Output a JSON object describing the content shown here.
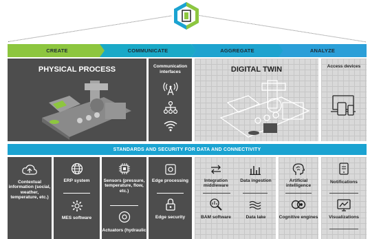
{
  "stages": {
    "create": "CREATE",
    "communicate": "COMMUNICATE",
    "aggregate": "AGGREGATE",
    "analyze": "ANALYZE"
  },
  "panels": {
    "physical_process": "PHYSICAL PROCESS",
    "communication_interfaces": "Communication interfaces",
    "digital_twin": "DIGITAL TWIN",
    "access_devices": "Access devices"
  },
  "standards_bar": "STANDARDS AND SECURITY FOR DATA AND CONNECTIVITY",
  "bottom": {
    "contextual": "Contextual information (social, weather, temperature, etc.)",
    "erp": "ERP system",
    "mes": "MES software",
    "sensors": "Sensors (pressure, temperature, flow, etc.)",
    "actuators": "Actuators (hydraulic",
    "edge_processing": "Edge processing",
    "edge_security": "Edge security",
    "integration": "Integration middleware",
    "data_ingestion": "Data ingestion",
    "bam": "BAM software",
    "data_lake": "Data lake",
    "ai": "Artificial intelligence",
    "cognitive": "Cognitive engines",
    "notifications": "Notifications",
    "visualizations": "Visualizations"
  },
  "colors": {
    "green": "#8dc63f",
    "blue": "#1ba3d1",
    "dark_gray": "#4d4d4d",
    "light_gray": "#d9d9d9"
  }
}
